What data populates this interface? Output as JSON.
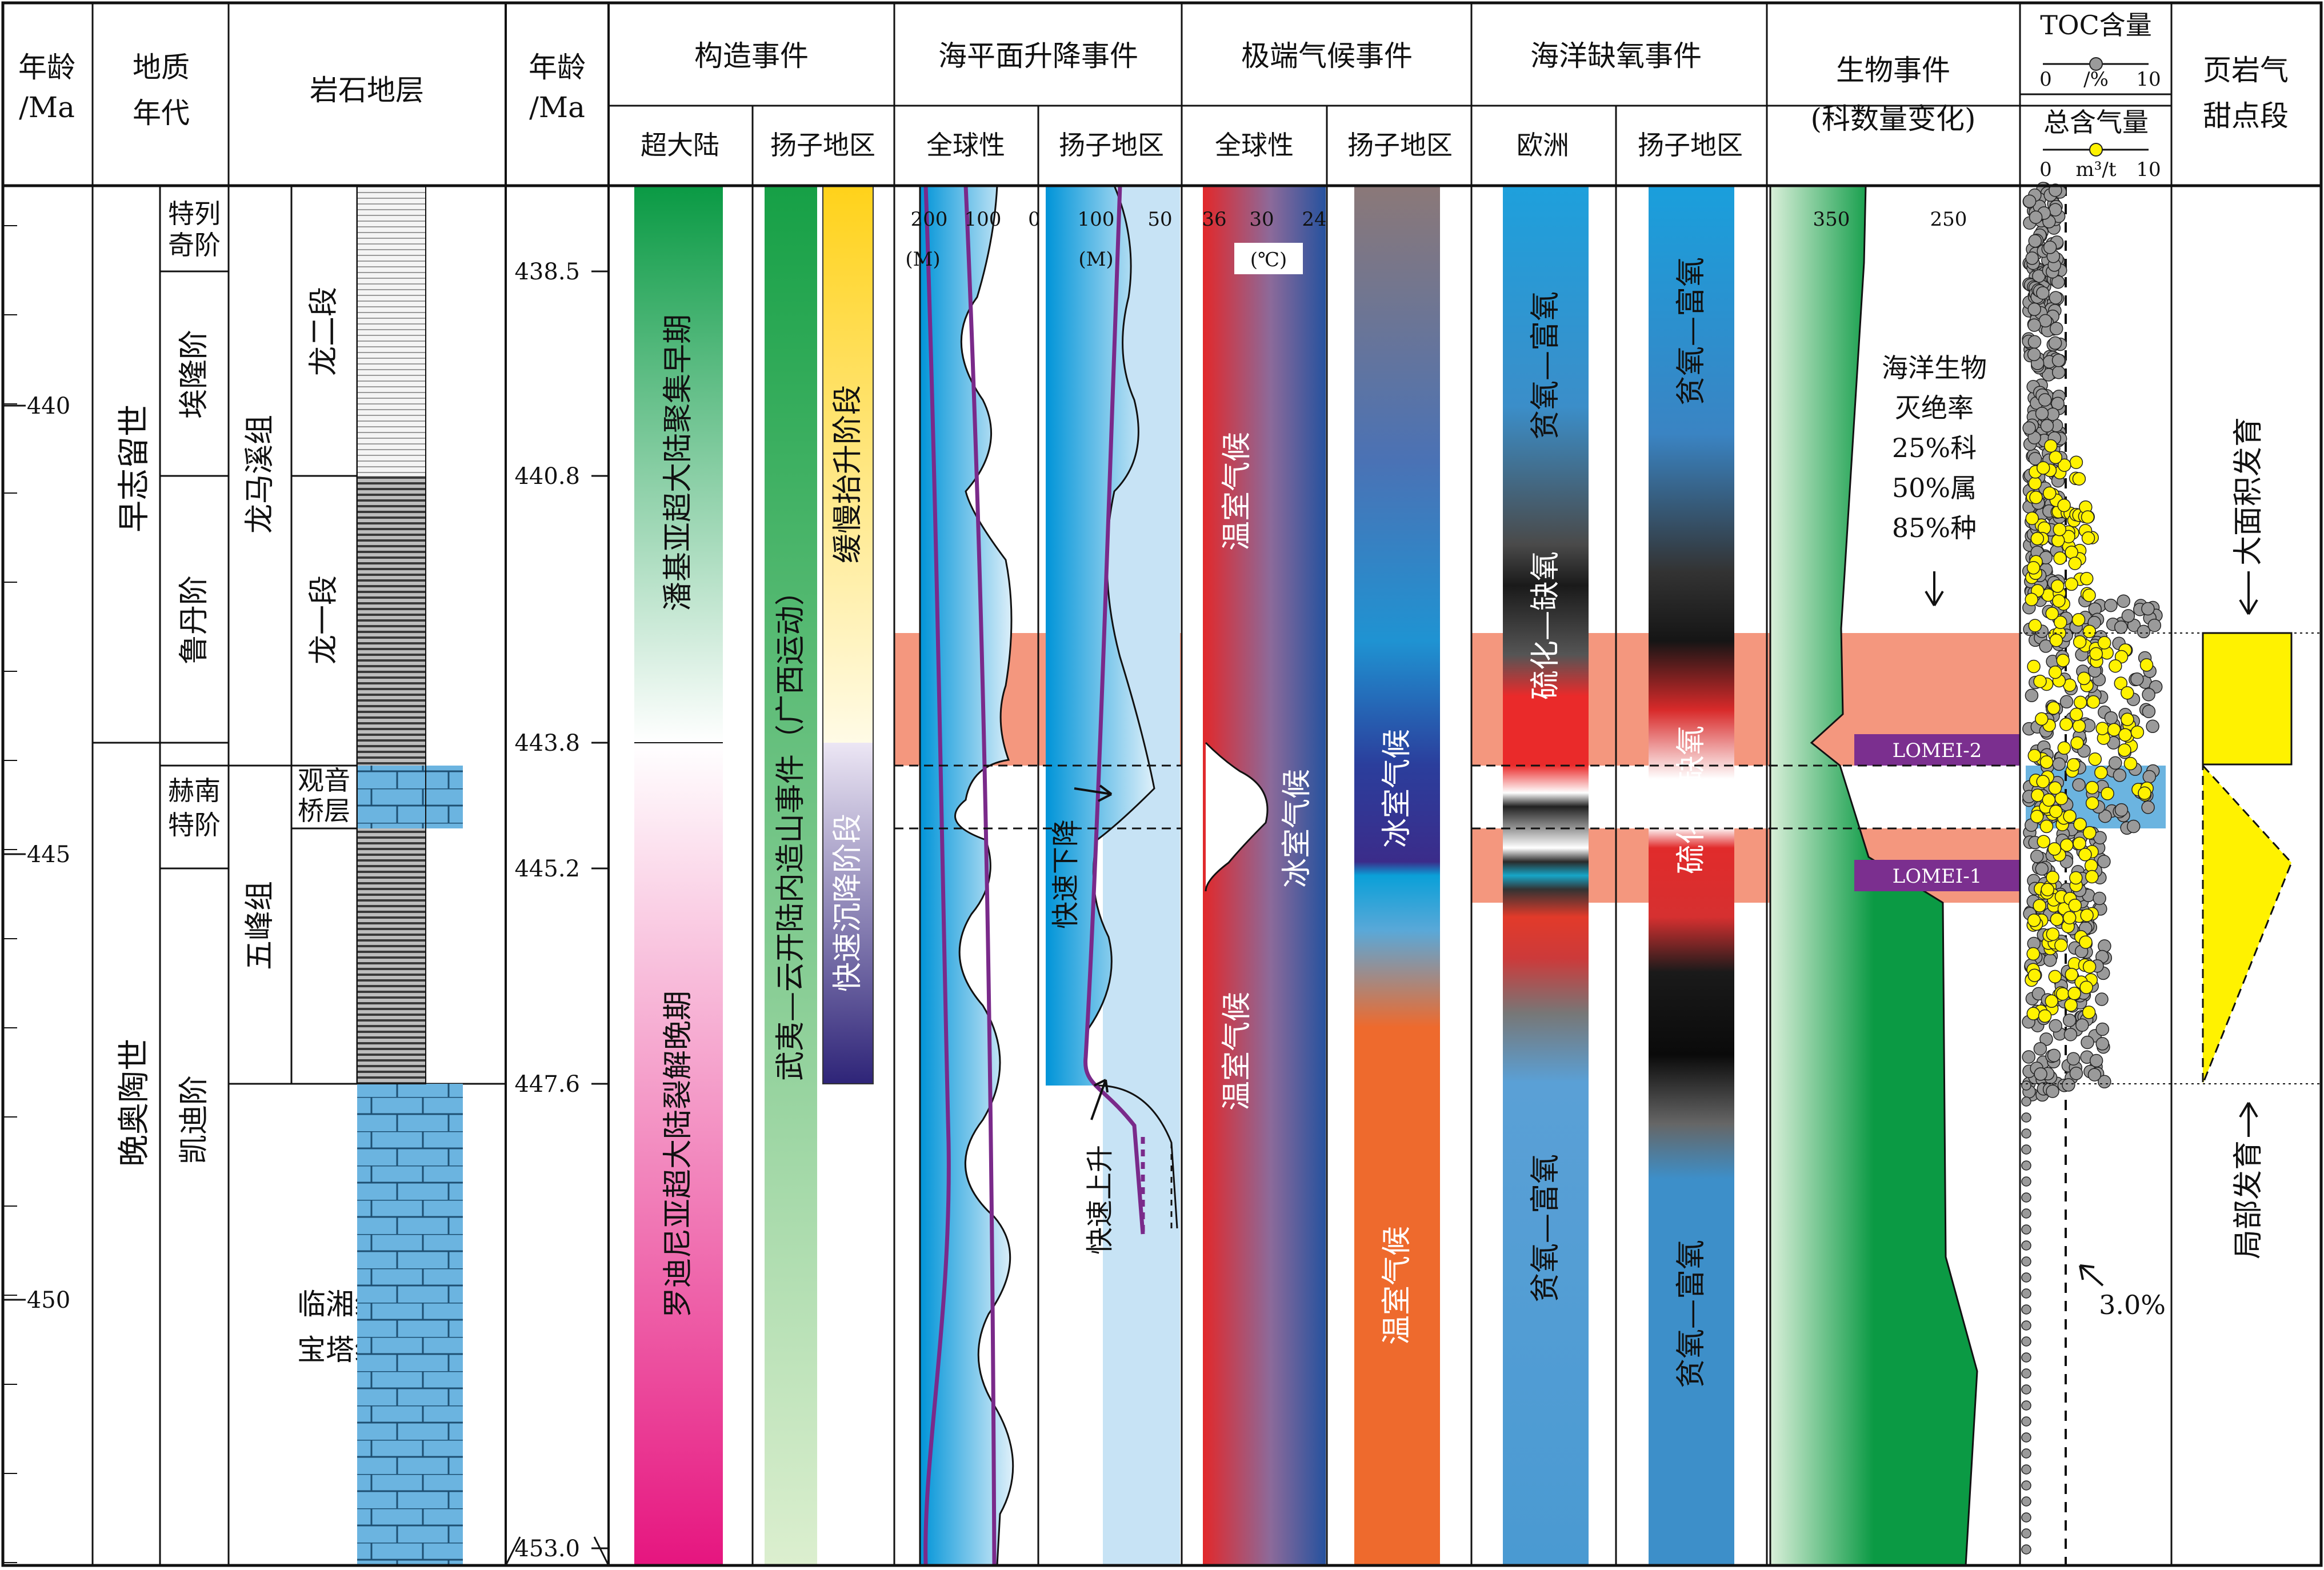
{
  "headers": {
    "age_ma": [
      "年龄",
      "/Ma"
    ],
    "geo_age": [
      "地质",
      "年代"
    ],
    "lithostrat": "岩石地层",
    "age_ma_2": [
      "年龄",
      "/Ma"
    ],
    "tectonic": "构造事件",
    "tectonic_sub": [
      "超大陆",
      "扬子地区"
    ],
    "sealevel": "海平面升降事件",
    "sealevel_sub": [
      "全球性",
      "扬子地区"
    ],
    "climate": "极端气候事件",
    "climate_sub": [
      "全球性",
      "扬子地区"
    ],
    "anoxia": "海洋缺氧事件",
    "anoxia_sub": [
      "欧洲",
      "扬子地区"
    ],
    "bio": [
      "生物事件",
      "(科数量变化)"
    ],
    "toc_title": "TOC含量",
    "toc_scale": [
      "0",
      "/%",
      "10"
    ],
    "gas_title": "总含气量",
    "gas_scale": [
      "0",
      "m³/t",
      "10"
    ],
    "sweet": [
      "页岩气",
      "甜点段"
    ]
  },
  "left_ticks": [
    "440",
    "445",
    "450"
  ],
  "right_ticks": [
    "438.5",
    "440.8",
    "443.8",
    "445.2",
    "447.6",
    "453.0"
  ],
  "epochs": {
    "early_silurian": "早志留世",
    "late_ordovician": "晚奥陶世"
  },
  "stages": {
    "hirnantian": [
      "赫南",
      "特阶"
    ],
    "katian": "凯迪阶",
    "rhuddanian": "鲁丹阶",
    "aeronian": "埃隆阶",
    "telychian": [
      "特列",
      "奇阶"
    ]
  },
  "formations": {
    "longmaxi": "龙马溪组",
    "long2": "龙二段",
    "long1": "龙一段",
    "guanyinqiao": [
      "观音",
      "桥层"
    ],
    "wufeng": "五峰组",
    "linxiang": [
      "临湘组/",
      "宝塔组"
    ]
  },
  "tectonic": {
    "pangea": "潘基亚超大陆聚集早期",
    "rodinia": "罗迪尼亚超大陆裂解晚期",
    "wuyi": "武夷—云开陆内造山事件（广西运动）",
    "slow_uplift": "缓慢抬升阶段",
    "fast_subsidence": "快速沉降阶段"
  },
  "sealevel": {
    "global_axis": [
      "200",
      "100",
      "0"
    ],
    "yangtze_axis": [
      "100",
      "50"
    ],
    "unit": "(M)",
    "fast_drop": "快速下降",
    "fast_rise": "快速上升"
  },
  "climate": {
    "axis": [
      "36",
      "30",
      "24"
    ],
    "unit": "(℃)",
    "greenhouse_1": "温室气候",
    "icehouse_1": "冰室气候",
    "greenhouse_2": "温室气候",
    "icehouse_2": "冰室气候",
    "greenhouse_3": "温室气候"
  },
  "anoxia": {
    "eu_top": "贫氧—富氧",
    "eu_mid": "硫化—缺氧",
    "eu_bottom": "贫氧—富氧",
    "yz_top": "贫氧—富氧",
    "yz_mid": "硫化—缺氧",
    "yz_bottom": "贫氧—富氧"
  },
  "bio": {
    "axis": [
      "350",
      "250"
    ],
    "extinction": [
      "海洋生物",
      "灭绝率",
      "25%科",
      "50%属",
      "85%种"
    ],
    "lomei2": "LOMEI-2",
    "lomei1": "LOMEI-1"
  },
  "toc_threshold": "3.0%",
  "sweet_spot": {
    "large": "大面积发育",
    "local": "局部发育"
  },
  "colors": {
    "event_band": "#f4977e",
    "limestone": "#6bb4e0",
    "bio_green": "#0b9a44",
    "lomei": "#7b2f8f",
    "sweet_yellow": "#fff200"
  }
}
